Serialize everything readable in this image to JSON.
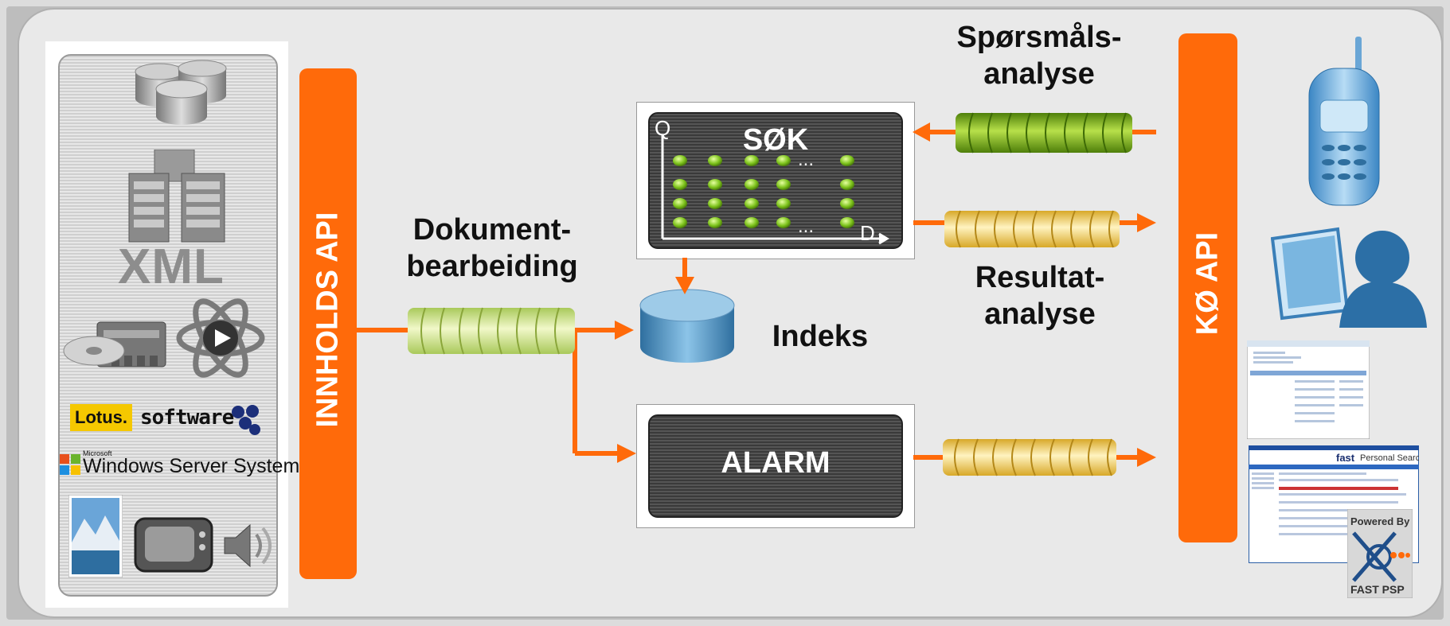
{
  "labels": {
    "innholds_api": "INNHOLDS API",
    "ko_api": "KØ API",
    "dokument_1": "Dokument-",
    "dokument_2": "bearbeiding",
    "sporsmals_1": "Spørsmåls-",
    "sporsmals_2": "analyse",
    "resultat_1": "Resultat-",
    "resultat_2": "analyse",
    "indeks": "Indeks",
    "sok": "SØK",
    "alarm": "ALARM",
    "sok_axis_q": "Q",
    "sok_axis_d": "D",
    "sok_dots": "...",
    "xml": "XML",
    "lotus": "Lotus.",
    "software": "software",
    "windows": "Windows Server System",
    "microsoft": "Microsoft",
    "personal_search": "Personal Search",
    "fast_logo": "fast",
    "powered_by": "Powered By",
    "fast_psp": "FAST PSP"
  },
  "colors": {
    "accent": "#ff6a0a",
    "queue_green": "#8fc21b",
    "queue_light_green": "#d7eb8e",
    "queue_yellow": "#f2d36a",
    "index_blue": "#4d8fc1",
    "dark_box": "#444444"
  },
  "icons": [
    "database-icon",
    "server-icon",
    "disk-icon",
    "media-icon",
    "image-icon",
    "tv-icon",
    "speaker-icon",
    "phone-icon",
    "user-icon",
    "screenshot-icon"
  ]
}
